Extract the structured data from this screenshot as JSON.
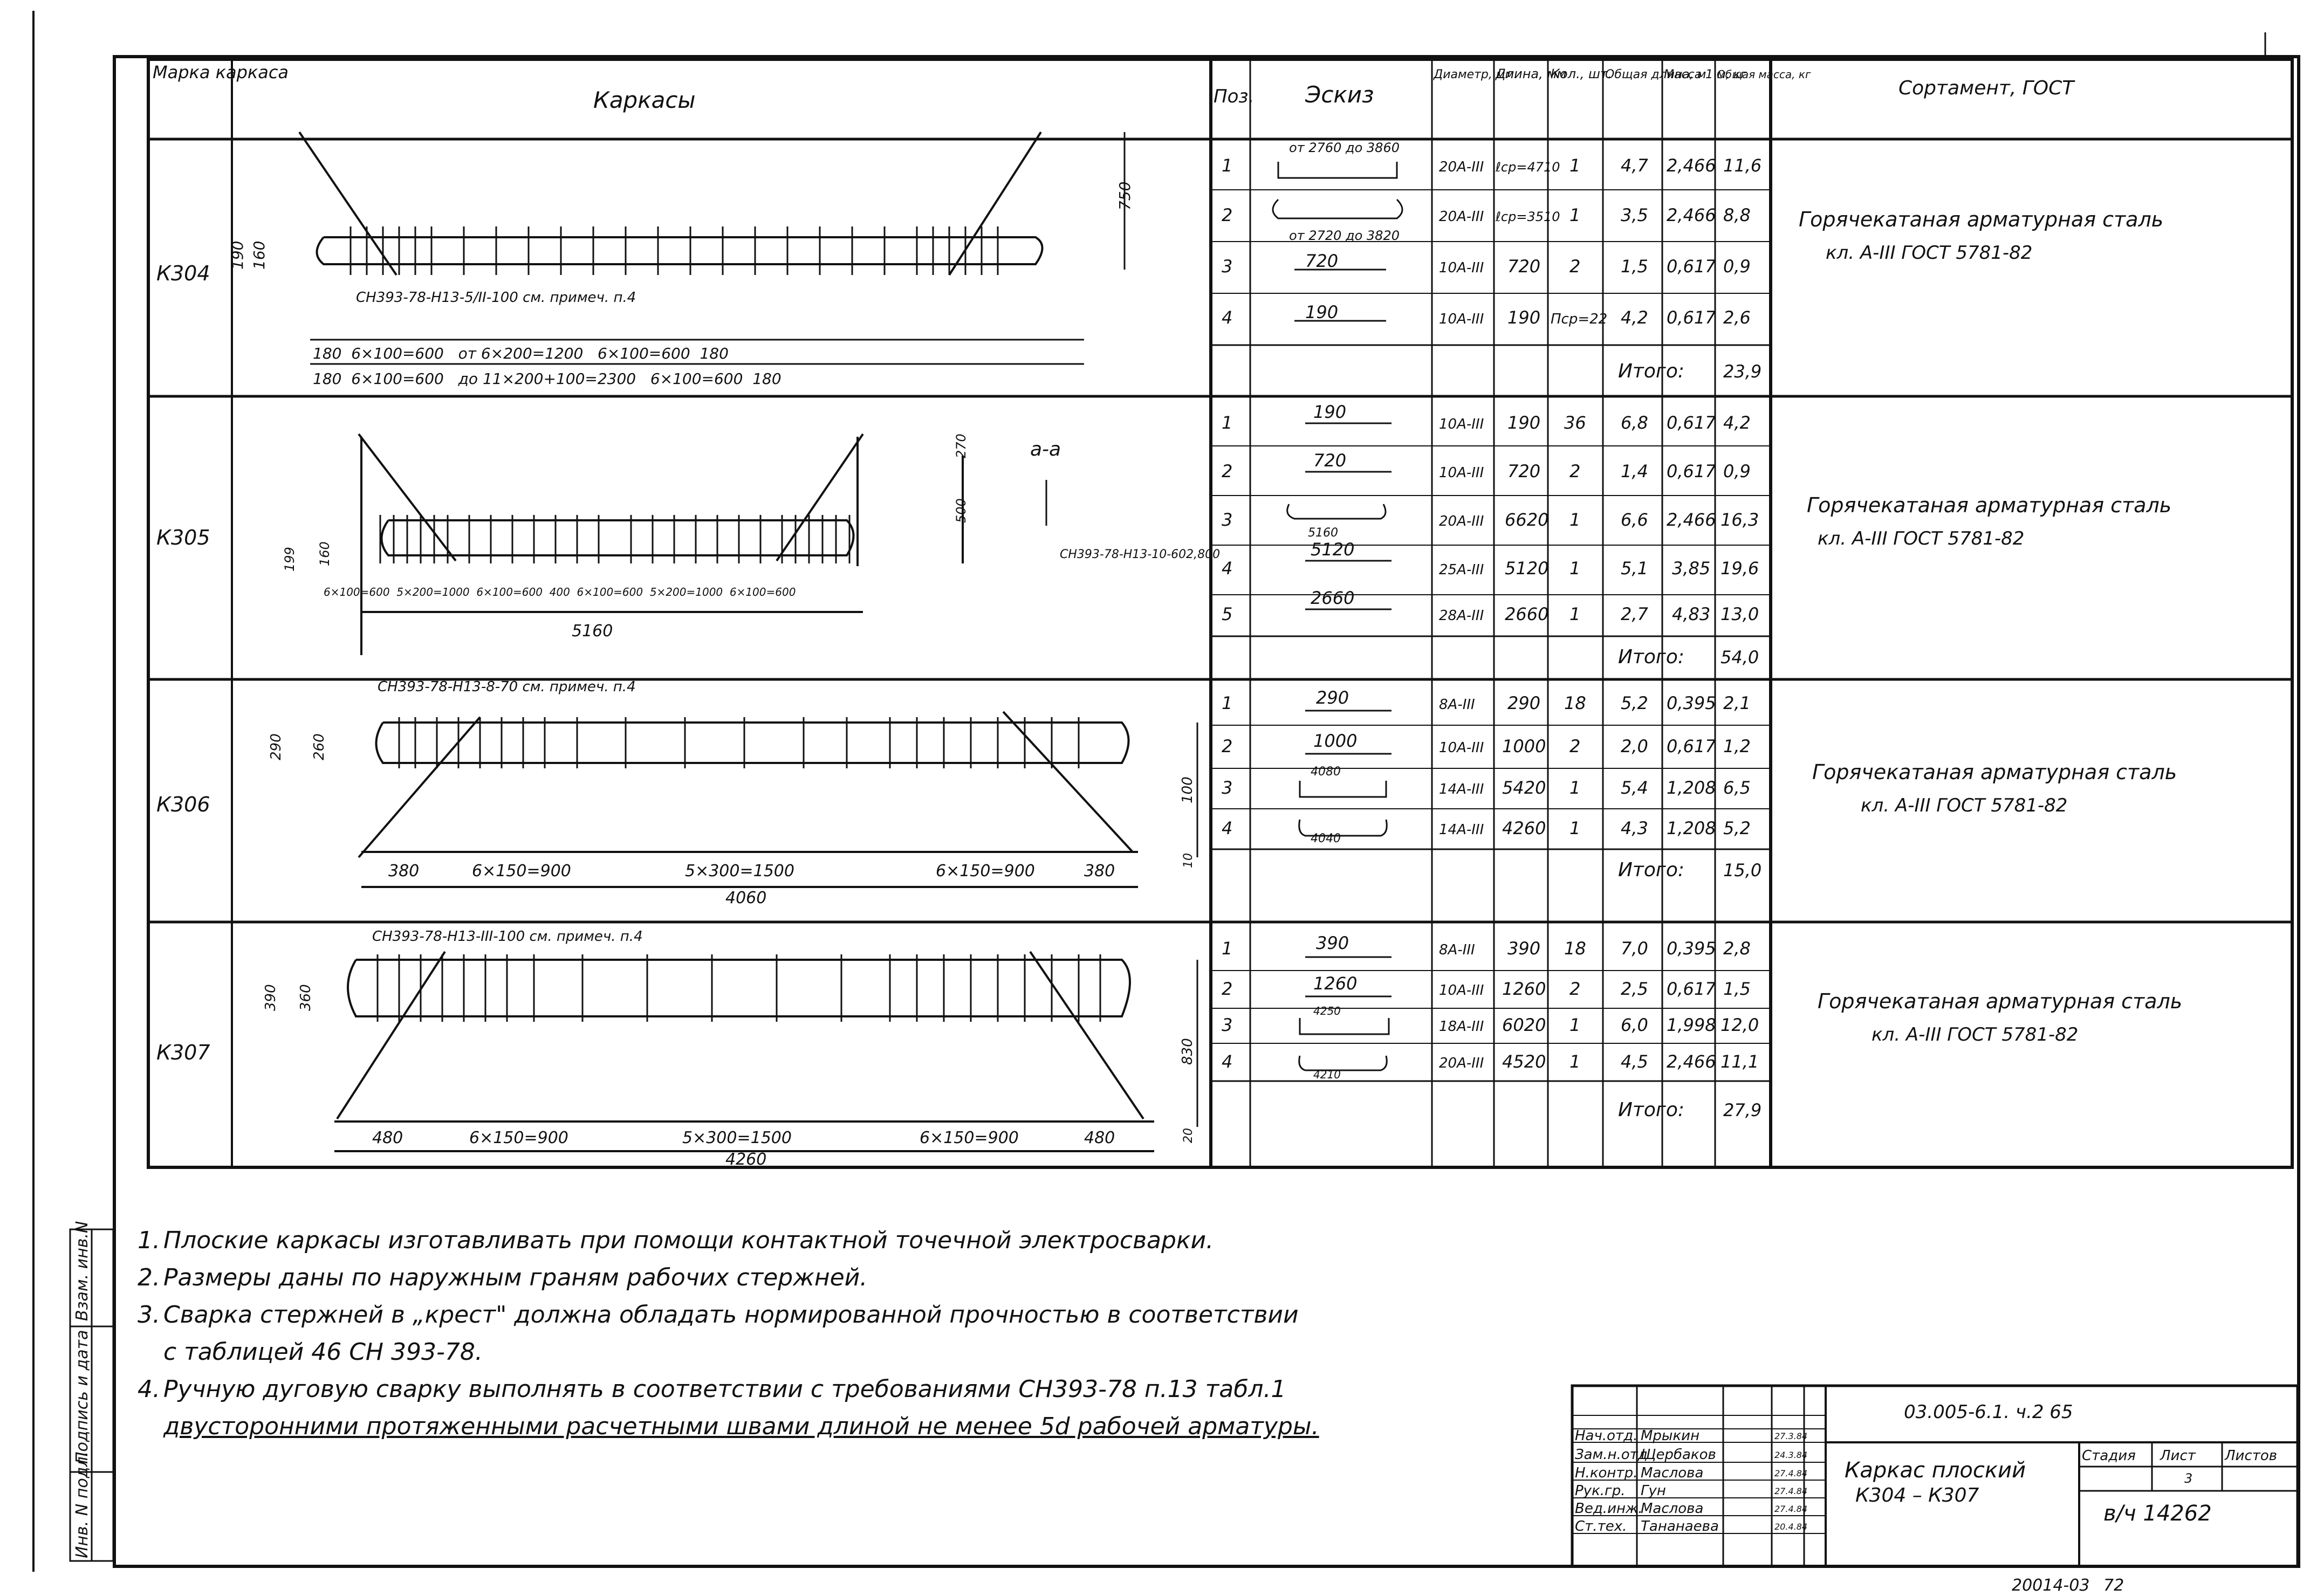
{
  "side_stamp": {
    "inv_no": "Инв. N подл.",
    "sign_date": "Подпись и дата",
    "replace_inv": "Взам. инв.N"
  },
  "headers": {
    "mark": "Марка каркаса",
    "frames": "Каркасы",
    "pos": "Поз.",
    "sketch": "Эскиз",
    "diam": "Диаметр, мм",
    "length": "Длина, мм",
    "qty": "Кол., шт.",
    "total_len": "Общая длина, м",
    "mass1m": "Масса 1 м, кг",
    "total_mass": "Общая масса, кг",
    "assortment": "Сортамент, ГОСТ"
  },
  "groups": [
    {
      "mark": "К304",
      "assortment_line1": "Горячекатаная арматурная сталь",
      "assortment_line2": "кл. А-III ГОСТ 5781-82",
      "total_label": "Итого:",
      "total": "23,9",
      "rows": [
        {
          "pos": "1",
          "sketch": "от 2760 до 3860",
          "diam": "20А-III",
          "len": "ℓср=4710",
          "qty": "1",
          "tlen": "4,7",
          "m1": "2,466",
          "mass": "11,6"
        },
        {
          "pos": "2",
          "sketch": "от 2720 до 3820",
          "diam": "20А-III",
          "len": "ℓср=3510",
          "qty": "1",
          "tlen": "3,5",
          "m1": "2,466",
          "mass": "8,8"
        },
        {
          "pos": "3",
          "sketch": "720",
          "diam": "10А-III",
          "len": "720",
          "qty": "2",
          "tlen": "1,5",
          "m1": "0,617",
          "mass": "0,9"
        },
        {
          "pos": "4",
          "sketch": "190",
          "diam": "10А-III",
          "len": "190",
          "qty": "Пср=22",
          "tlen": "4,2",
          "m1": "0,617",
          "mass": "2,6"
        }
      ],
      "drawing": {
        "sub1": "180  6×100=600   от 6×200=1200   6×100=600  180",
        "sub2": "180  6×100=600   до 11×200+100=2300   6×100=600  180",
        "note": "СН393-78-Н13-5/II-100 см. примеч. п.4",
        "h1": "190",
        "h2": "160",
        "h3": "750"
      }
    },
    {
      "mark": "К305",
      "assortment_line1": "Горячекатаная арматурная сталь",
      "assortment_line2": "кл. А-III ГОСТ 5781-82",
      "total_label": "Итого:",
      "total": "54,0",
      "rows": [
        {
          "pos": "1",
          "sketch": "190",
          "diam": "10А-III",
          "len": "190",
          "qty": "36",
          "tlen": "6,8",
          "m1": "0,617",
          "mass": "4,2"
        },
        {
          "pos": "2",
          "sketch": "720",
          "diam": "10А-III",
          "len": "720",
          "qty": "2",
          "tlen": "1,4",
          "m1": "0,617",
          "mass": "0,9"
        },
        {
          "pos": "3",
          "sketch": "5160",
          "diam": "20А-III",
          "len": "6620",
          "qty": "1",
          "tlen": "6,6",
          "m1": "2,466",
          "mass": "16,3"
        },
        {
          "pos": "4",
          "sketch": "5120",
          "diam": "25А-III",
          "len": "5120",
          "qty": "1",
          "tlen": "5,1",
          "m1": "3,85",
          "mass": "19,6"
        },
        {
          "pos": "5",
          "sketch": "2660",
          "diam": "28А-III",
          "len": "2660",
          "qty": "1",
          "tlen": "2,7",
          "m1": "4,83",
          "mass": "13,0"
        }
      ],
      "drawing": {
        "sub1": "6×100=600  5×200=1000  6×100=600  400  6×100=600  5×200=1000  6×100=600",
        "total": "5160",
        "section": "а-а",
        "note": "СН393-78-Н13-10-602,800",
        "h1": "199",
        "h2": "160",
        "h3": "500",
        "h4": "270"
      }
    },
    {
      "mark": "К306",
      "assortment_line1": "Горячекатаная арматурная сталь",
      "assortment_line2": "кл. А-III ГОСТ 5781-82",
      "total_label": "Итого:",
      "total": "15,0",
      "rows": [
        {
          "pos": "1",
          "sketch": "290",
          "diam": "8А-III",
          "len": "290",
          "qty": "18",
          "tlen": "5,2",
          "m1": "0,395",
          "mass": "2,1"
        },
        {
          "pos": "2",
          "sketch": "1000",
          "diam": "10А-III",
          "len": "1000",
          "qty": "2",
          "tlen": "2,0",
          "m1": "0,617",
          "mass": "1,2"
        },
        {
          "pos": "3",
          "sketch": "4080",
          "diam": "14А-III",
          "len": "5420",
          "qty": "1",
          "tlen": "5,4",
          "m1": "1,208",
          "mass": "6,5"
        },
        {
          "pos": "4",
          "sketch": "4040",
          "diam": "14А-III",
          "len": "4260",
          "qty": "1",
          "tlen": "4,3",
          "m1": "1,208",
          "mass": "5,2"
        }
      ],
      "drawing": {
        "note": "СН393-78-Н13-8-70 см. примеч. п.4",
        "sub": [
          "380",
          "6×150=900",
          "5×300=1500",
          "6×150=900",
          "380"
        ],
        "total": "4060",
        "h1": "290",
        "h2": "260",
        "h3": "100",
        "h4": "10"
      }
    },
    {
      "mark": "К307",
      "assortment_line1": "Горячекатаная арматурная сталь",
      "assortment_line2": "кл. А-III ГОСТ 5781-82",
      "total_label": "Итого:",
      "total": "27,9",
      "rows": [
        {
          "pos": "1",
          "sketch": "390",
          "diam": "8А-III",
          "len": "390",
          "qty": "18",
          "tlen": "7,0",
          "m1": "0,395",
          "mass": "2,8"
        },
        {
          "pos": "2",
          "sketch": "1260",
          "diam": "10А-III",
          "len": "1260",
          "qty": "2",
          "tlen": "2,5",
          "m1": "0,617",
          "mass": "1,5"
        },
        {
          "pos": "3",
          "sketch": "4250",
          "diam": "18А-III",
          "len": "6020",
          "qty": "1",
          "tlen": "6,0",
          "m1": "1,998",
          "mass": "12,0"
        },
        {
          "pos": "4",
          "sketch": "4210",
          "diam": "20А-III",
          "len": "4520",
          "qty": "1",
          "tlen": "4,5",
          "m1": "2,466",
          "mass": "11,1"
        }
      ],
      "drawing": {
        "note": "СН393-78-Н13-III-100 см. примеч. п.4",
        "sub": [
          "480",
          "6×150=900",
          "5×300=1500",
          "6×150=900",
          "480"
        ],
        "total": "4260",
        "h1": "390",
        "h2": "360",
        "h3": "830",
        "h4": "20"
      }
    }
  ],
  "notes": [
    {
      "num": "1.",
      "text": "Плоские каркасы изготавливать при помощи контактной точечной электросварки."
    },
    {
      "num": "2.",
      "text": "Размеры даны по наружным граням рабочих стержней."
    },
    {
      "num": "3.",
      "text": "Сварка стержней в „крест\" должна обладать нормированной прочностью в соответствии"
    },
    {
      "num": "",
      "text": "с таблицей 46 СН 393-78."
    },
    {
      "num": "4.",
      "text": "Ручную дуговую сварку выполнять в соответствии с требованиями СН393-78 п.13 табл.1"
    },
    {
      "num": "",
      "text": "двусторонними протяженными расчетными швами длиной не менее 5d рабочей арматуры."
    }
  ],
  "title_block": {
    "code": "03.005-6.1. ч.2 65",
    "roles": [
      "Нач.отд.",
      "Зам.н.отд",
      "Н.контр.",
      "Рук.гр.",
      "Вед.инж.",
      "Ст.тех."
    ],
    "names": [
      "Мрыкин",
      "Щербаков",
      "Маслова",
      "Гун",
      "Маслова",
      "Тананаева"
    ],
    "dates": [
      "27.3.84",
      "24.3.84",
      "27.4.84",
      "27.4.84",
      "27.4.84",
      "20.4.84"
    ],
    "title_line1": "Каркас плоский",
    "title_line2": "К304 – К307",
    "stage_label": "Стадия",
    "sheet_label": "Лист",
    "sheets_label": "Листов",
    "sheet_no": "3",
    "org": "в/ч 14262",
    "bottom_code": "20014-03",
    "bottom_no": "72"
  }
}
